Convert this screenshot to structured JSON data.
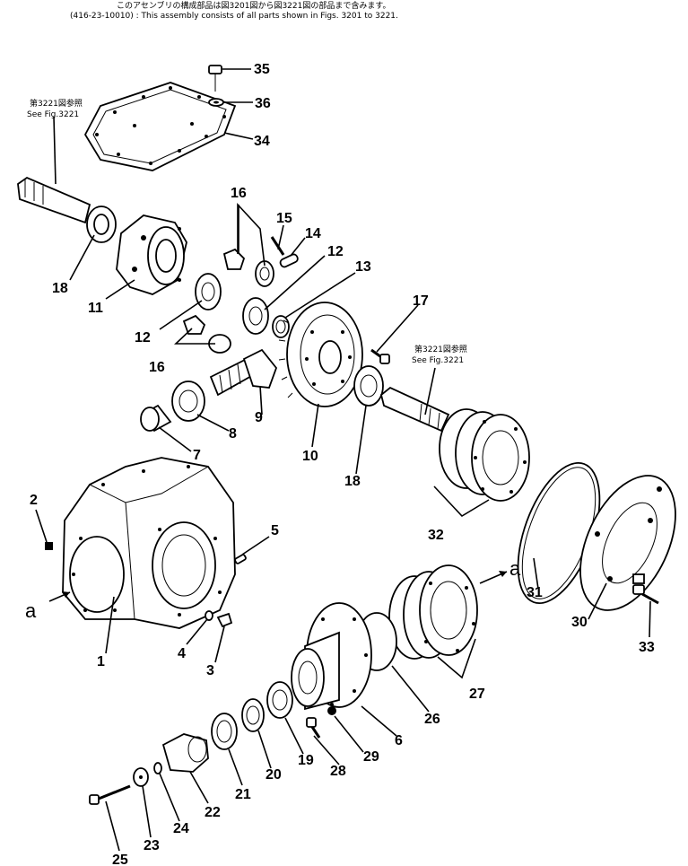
{
  "header": {
    "line1": "このアセンブリの構成部品は図3201図から図3221図の部品まで含みます。",
    "line2": "(416-23-10010) : This assembly consists of all parts shown in Figs. 3201 to 3221."
  },
  "refs": {
    "upper_jp": "第3221図参照",
    "upper_en": "See Fig.3221",
    "right_jp": "第3221図参照",
    "right_en": "See Fig.3221"
  },
  "view_markers": {
    "left": "a",
    "right": "a"
  },
  "callouts": {
    "p1": "1",
    "p2": "2",
    "p3": "3",
    "p4": "4",
    "p5": "5",
    "p6": "6",
    "p7": "7",
    "p8": "8",
    "p9": "9",
    "p10": "10",
    "p11": "11",
    "p12a": "12",
    "p12b": "12",
    "p13": "13",
    "p14": "14",
    "p15": "15",
    "p16a": "16",
    "p16b": "16",
    "p17": "17",
    "p18a": "18",
    "p18b": "18",
    "p19": "19",
    "p20": "20",
    "p21": "21",
    "p22": "22",
    "p23": "23",
    "p24": "24",
    "p25": "25",
    "p26": "26",
    "p27": "27",
    "p28": "28",
    "p29": "29",
    "p30": "30",
    "p31": "31",
    "p32": "32",
    "p33": "33",
    "p34": "34",
    "p35": "35",
    "p36": "36"
  }
}
